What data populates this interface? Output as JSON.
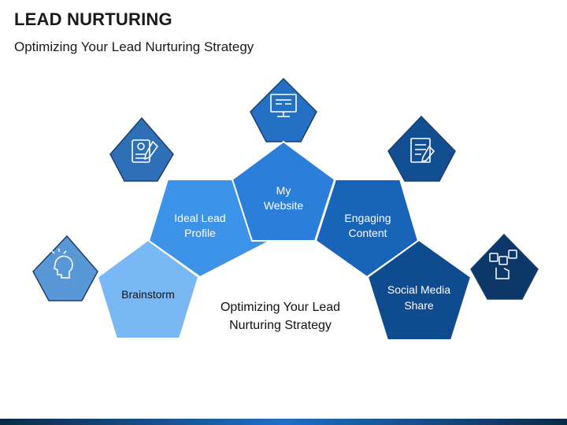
{
  "header": {
    "title": "LEAD NURTURING",
    "subtitle": "Optimizing Your Lead Nurturing Strategy"
  },
  "center_text": {
    "line1": "Optimizing Your Lead",
    "line2": "Nurturing Strategy"
  },
  "steps": [
    {
      "line1": "Brainstorm",
      "line2": "",
      "icon": "brainstorm-head-icon",
      "color": "#7ab8f5"
    },
    {
      "line1": "Ideal Lead",
      "line2": "Profile",
      "icon": "profile-form-icon",
      "color": "#3d93e8"
    },
    {
      "line1": "My",
      "line2": "Website",
      "icon": "website-monitor-icon",
      "color": "#2c7fd9"
    },
    {
      "line1": "Engaging",
      "line2": "Content",
      "icon": "content-document-icon",
      "color": "#1864b8"
    },
    {
      "line1": "Social Media",
      "line2": "Share",
      "icon": "social-media-icon",
      "color": "#0f4c8f"
    }
  ],
  "icon_colors": [
    "#5a97d6",
    "#2f6fb8",
    "#2370c4",
    "#114f92",
    "#0b3868"
  ]
}
